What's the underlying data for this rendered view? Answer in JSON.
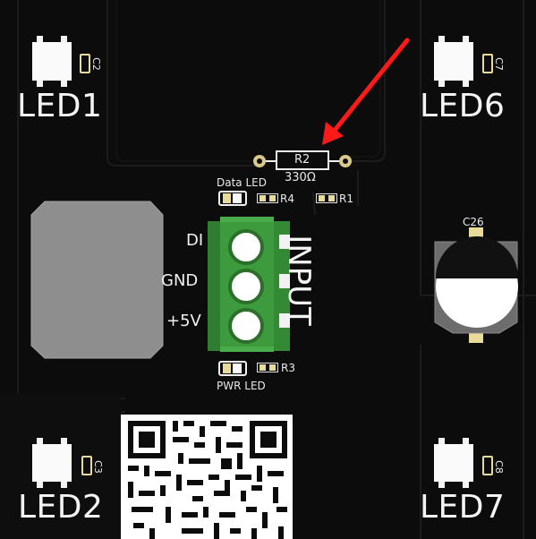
{
  "leds": {
    "led1": {
      "ref": "LED1",
      "cap": "C2"
    },
    "led6": {
      "ref": "LED6",
      "cap": "C7"
    },
    "led2": {
      "ref": "LED2",
      "cap": "C3"
    },
    "led7": {
      "ref": "LED7",
      "cap": "C8"
    }
  },
  "resistors": {
    "r2": {
      "ref": "R2",
      "value": "330Ω"
    },
    "r4": {
      "ref": "R4"
    },
    "r1": {
      "ref": "R1"
    },
    "r3": {
      "ref": "R3"
    }
  },
  "indicators": {
    "data_led": "Data LED",
    "pwr_led": "PWR LED"
  },
  "connector": {
    "title": "INPUT",
    "pins": [
      "DI",
      "GND",
      "+5V"
    ]
  },
  "capacitor": {
    "ref": "C26"
  },
  "colors": {
    "board": "#0c0c0c",
    "silkscreen": "#f4f4f4",
    "terminal_block": "#3d9a3d",
    "arrow": "#ff1a1a",
    "pad_gold": "#e9dc9a"
  }
}
